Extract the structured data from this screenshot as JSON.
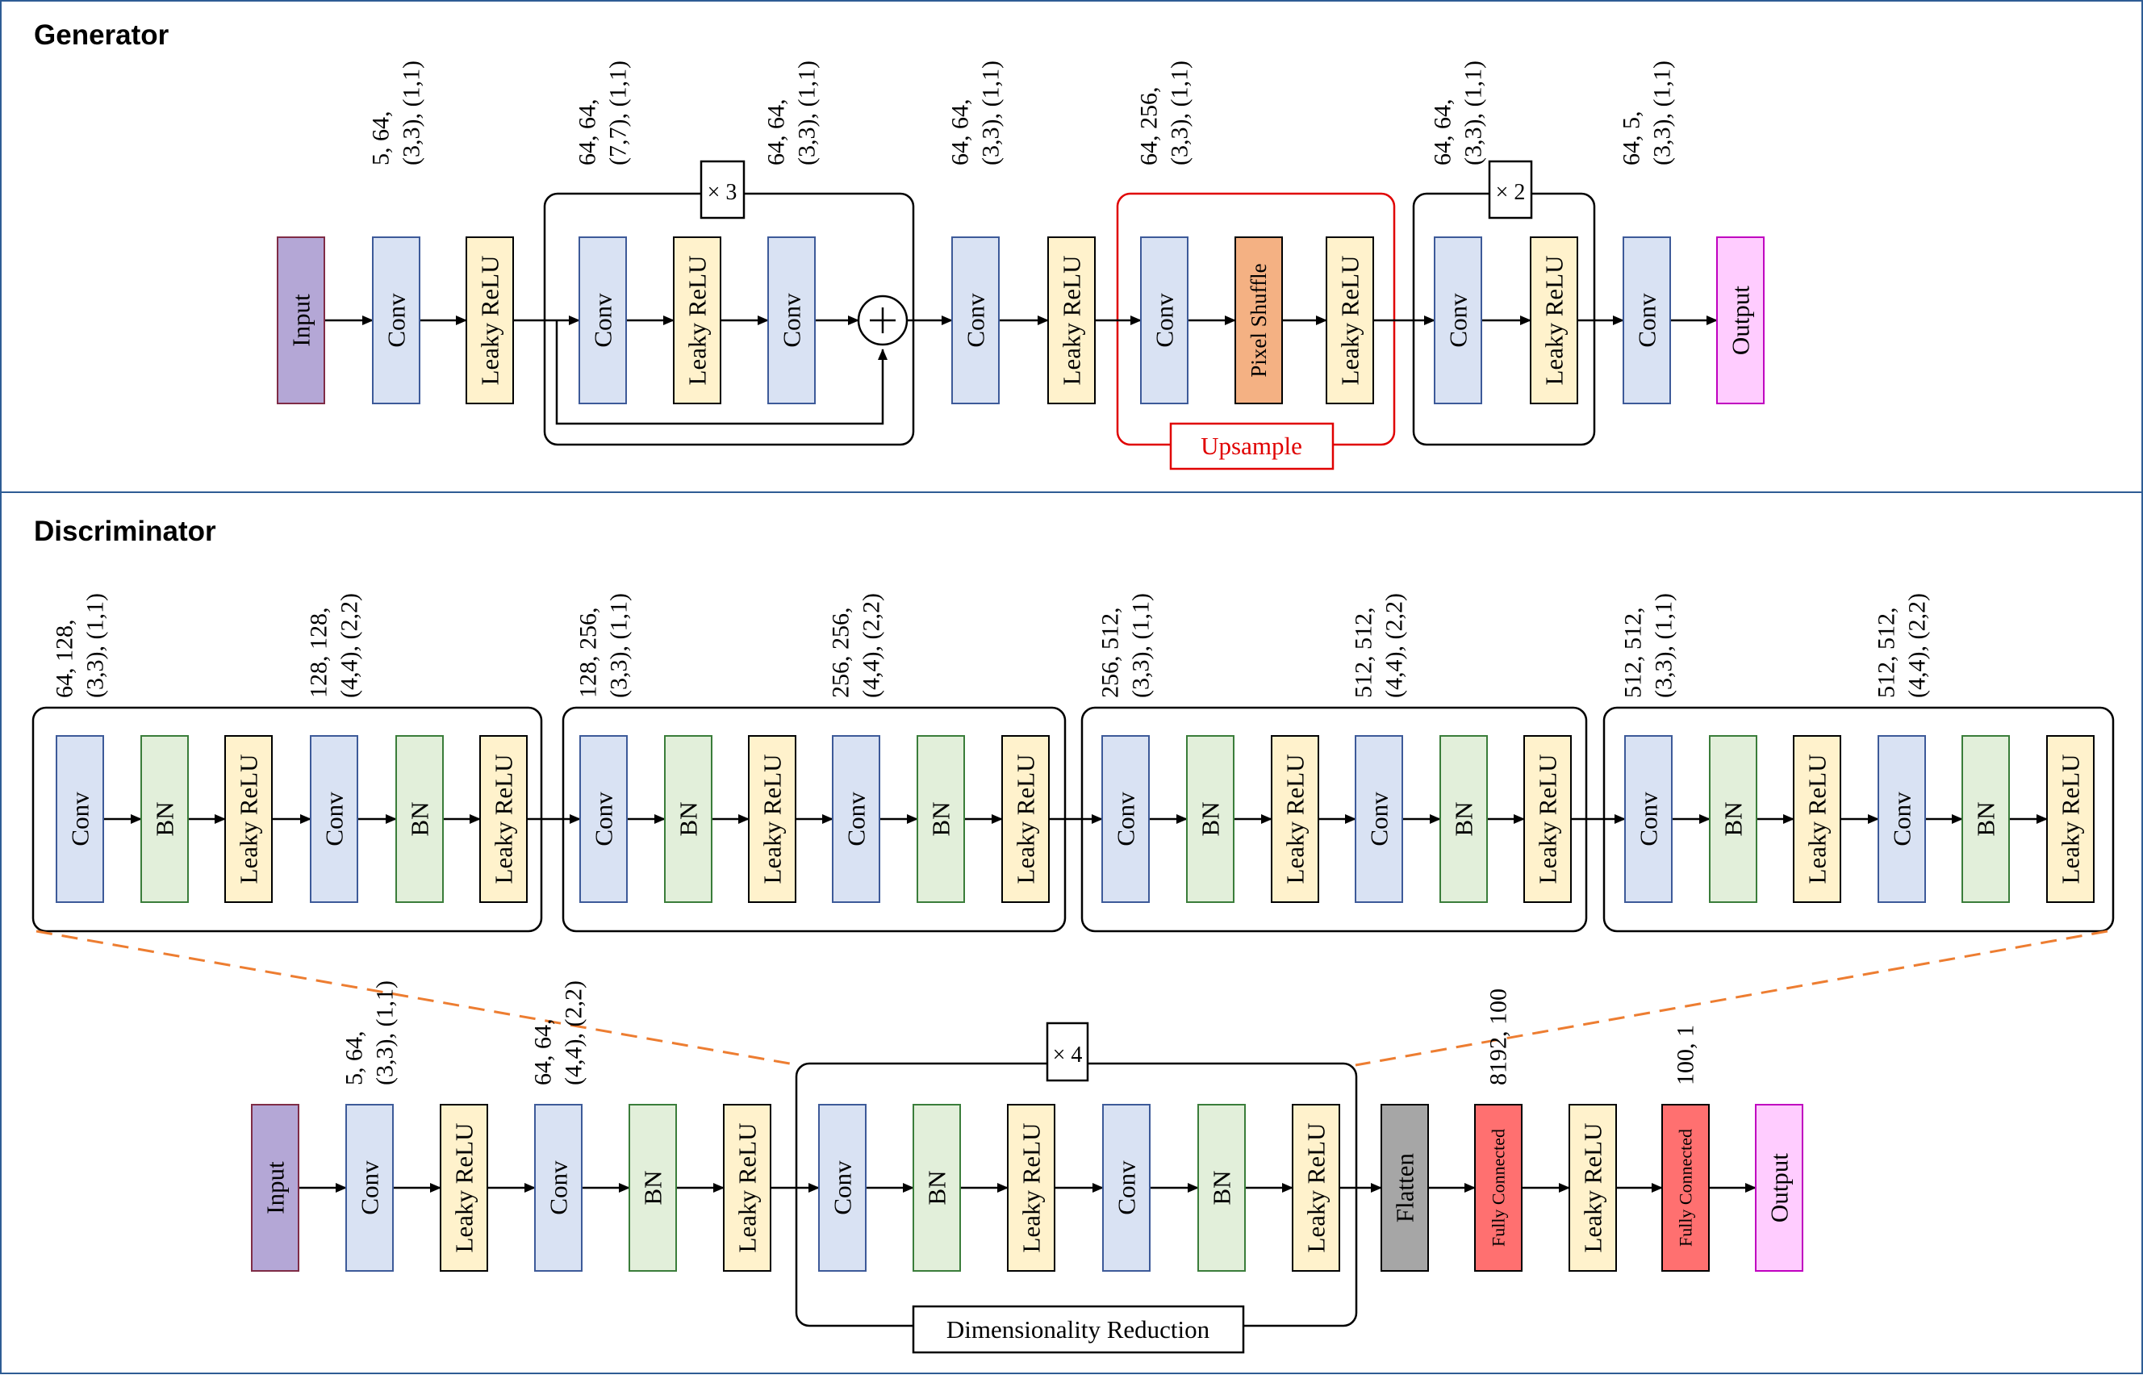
{
  "colors": {
    "panel_border": "#2e5c94",
    "conv_fill": "#d9e2f3",
    "conv_stroke": "#3d5a99",
    "act_fill": "#fff2cc",
    "act_stroke": "#000000",
    "input_fill": "#b4a7d6",
    "input_stroke": "#7f2c46",
    "output_fill": "#ffccff",
    "output_stroke": "#c000c0",
    "shuffle_fill": "#f4b183",
    "shuffle_stroke": "#000000",
    "bn_fill": "#e2efda",
    "bn_stroke": "#3a7d3a",
    "flatten_fill": "#a6a6a6",
    "flatten_stroke": "#000000",
    "fc_fill": "#ff7070",
    "fc_stroke": "#000000",
    "upsample_stroke": "#e00000",
    "dash_stroke": "#ed7d31"
  },
  "generator": {
    "title": "Generator",
    "blocks": [
      {
        "label": "Input",
        "kind": "input",
        "icon": "input-block"
      },
      {
        "label": "Conv",
        "kind": "conv",
        "icon": "conv-block",
        "params": [
          "5, 64,",
          "(3,3), (1,1)"
        ]
      },
      {
        "label": "Leaky ReLU",
        "kind": "act",
        "icon": "activation-block"
      },
      {
        "label": "Conv",
        "kind": "conv",
        "icon": "conv-block",
        "params": [
          "64, 64,",
          "(7,7), (1,1)"
        ]
      },
      {
        "label": "Leaky ReLU",
        "kind": "act",
        "icon": "activation-block"
      },
      {
        "label": "Conv",
        "kind": "conv",
        "icon": "conv-block",
        "params": [
          "64, 64,",
          "(3,3), (1,1)"
        ]
      },
      {
        "label": "Conv",
        "kind": "conv",
        "icon": "conv-block",
        "params": [
          "64, 64,",
          "(3,3), (1,1)"
        ]
      },
      {
        "label": "Leaky ReLU",
        "kind": "act",
        "icon": "activation-block"
      },
      {
        "label": "Conv",
        "kind": "conv",
        "icon": "conv-block",
        "params": [
          "64, 256,",
          "(3,3), (1,1)"
        ]
      },
      {
        "label": "Pixel Shuffle",
        "kind": "shuffle",
        "icon": "pixel-shuffle-block"
      },
      {
        "label": "Leaky ReLU",
        "kind": "act",
        "icon": "activation-block"
      },
      {
        "label": "Conv",
        "kind": "conv",
        "icon": "conv-block",
        "params": [
          "64, 64,",
          "(3,3), (1,1)"
        ]
      },
      {
        "label": "Leaky ReLU",
        "kind": "act",
        "icon": "activation-block"
      },
      {
        "label": "Conv",
        "kind": "conv",
        "icon": "conv-block",
        "params": [
          "64, 5,",
          "(3,3), (1,1)"
        ]
      },
      {
        "label": "Output",
        "kind": "output",
        "icon": "output-block"
      }
    ],
    "residual_repeat": "× 3",
    "upsample_label": "Upsample",
    "tail_repeat": "× 2",
    "add_icon": "plus-icon"
  },
  "discriminator": {
    "title": "Discriminator",
    "stages": [
      {
        "params": [
          [
            "64, 128,",
            "(3,3), (1,1)"
          ],
          [
            "128, 128,",
            "(4,4), (2,2)"
          ]
        ]
      },
      {
        "params": [
          [
            "128, 256,",
            "(3,3), (1,1)"
          ],
          [
            "256, 256,",
            "(4,4), (2,2)"
          ]
        ]
      },
      {
        "params": [
          [
            "256, 512,",
            "(3,3), (1,1)"
          ],
          [
            "512, 512,",
            "(4,4), (2,2)"
          ]
        ]
      },
      {
        "params": [
          [
            "512, 512,",
            "(3,3), (1,1)"
          ],
          [
            "512, 512,",
            "(4,4), (2,2)"
          ]
        ]
      }
    ],
    "stage_layers": [
      "Conv",
      "BN",
      "Leaky ReLU",
      "Conv",
      "BN",
      "Leaky ReLU"
    ],
    "stage_kinds": [
      "conv",
      "bn",
      "act",
      "conv",
      "bn",
      "act"
    ],
    "blocks": [
      {
        "label": "Input",
        "kind": "input"
      },
      {
        "label": "Conv",
        "kind": "conv",
        "params": [
          "5, 64,",
          "(3,3), (1,1)"
        ]
      },
      {
        "label": "Leaky ReLU",
        "kind": "act"
      },
      {
        "label": "Conv",
        "kind": "conv",
        "params": [
          "64, 64,",
          "(4,4), (2,2)"
        ]
      },
      {
        "label": "BN",
        "kind": "bn"
      },
      {
        "label": "Leaky ReLU",
        "kind": "act"
      },
      {
        "label": "Conv",
        "kind": "conv"
      },
      {
        "label": "BN",
        "kind": "bn"
      },
      {
        "label": "Leaky ReLU",
        "kind": "act"
      },
      {
        "label": "Conv",
        "kind": "conv"
      },
      {
        "label": "BN",
        "kind": "bn"
      },
      {
        "label": "Leaky ReLU",
        "kind": "act"
      },
      {
        "label": "Flatten",
        "kind": "flatten"
      },
      {
        "label": "Fully Connected",
        "kind": "fc",
        "params": [
          "8192, 100"
        ]
      },
      {
        "label": "Leaky ReLU",
        "kind": "act"
      },
      {
        "label": "Fully Connected",
        "kind": "fc",
        "params": [
          "100, 1"
        ]
      },
      {
        "label": "Output",
        "kind": "output"
      }
    ],
    "reduction_repeat": "× 4",
    "reduction_label": "Dimensionality Reduction"
  }
}
